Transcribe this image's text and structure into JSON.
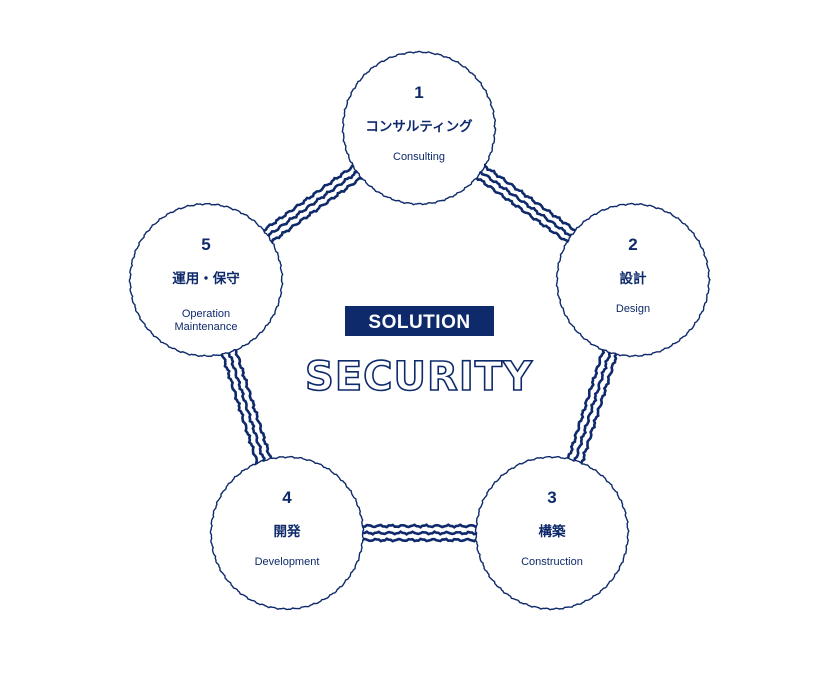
{
  "center": {
    "badge": "SOLUTION",
    "title": "SECURITY"
  },
  "steps": [
    {
      "number": "1",
      "label_jp": "コンサルティング",
      "label_en": [
        "Consulting"
      ]
    },
    {
      "number": "2",
      "label_jp": "設計",
      "label_en": [
        "Design"
      ]
    },
    {
      "number": "3",
      "label_jp": "構築",
      "label_en": [
        "Construction"
      ]
    },
    {
      "number": "4",
      "label_jp": "開発",
      "label_en": [
        "Development"
      ]
    },
    {
      "number": "5",
      "label_jp": "運用・保守",
      "label_en": [
        "Operation",
        "Maintenance"
      ]
    }
  ],
  "colors": {
    "navy": "#0e2a6b",
    "background": "#ffffff"
  }
}
